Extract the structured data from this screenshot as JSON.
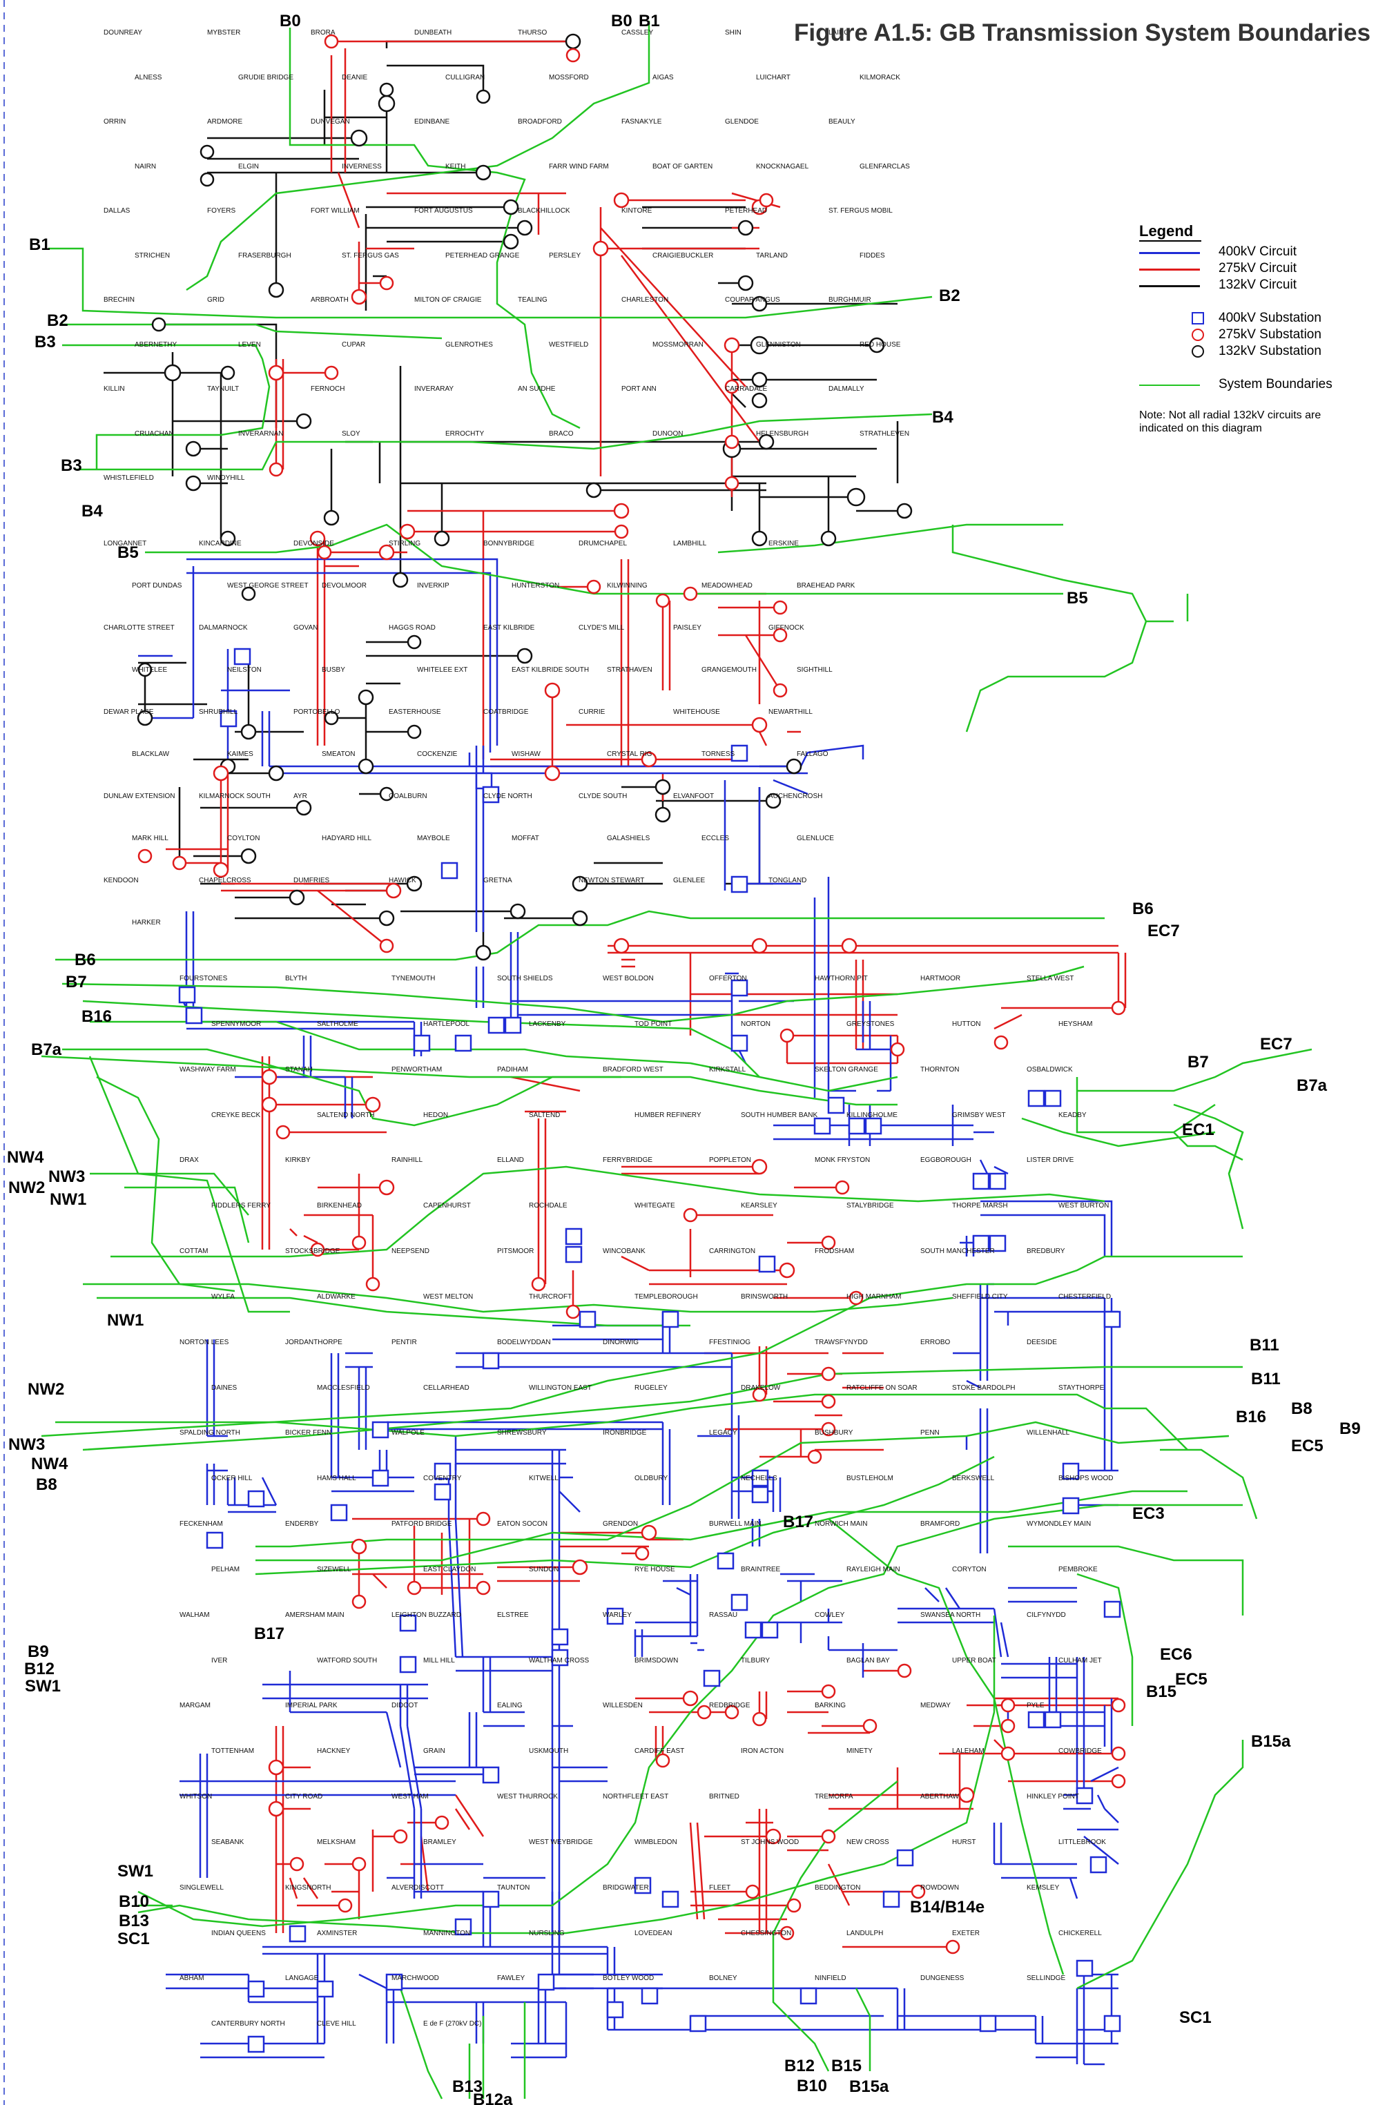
{
  "title": "Figure A1.5: GB Transmission System Boundaries",
  "legend": {
    "title": "Legend",
    "items": [
      {
        "label": "400kV Circuit",
        "kind": "line",
        "color": "#1f2bd6"
      },
      {
        "label": "275kV Circuit",
        "kind": "line",
        "color": "#e01b1b"
      },
      {
        "label": "132kV Circuit",
        "kind": "line",
        "color": "#111111"
      },
      {
        "label": "400kV Substation",
        "kind": "square",
        "color": "#1f2bd6"
      },
      {
        "label": "275kV Substation",
        "kind": "circle",
        "color": "#e01b1b"
      },
      {
        "label": "132kV Substation",
        "kind": "circle",
        "color": "#111111"
      },
      {
        "label": "System Boundaries",
        "kind": "line",
        "color": "#22c422"
      }
    ],
    "note": "Note: Not all radial 132kV circuits are indicated on this diagram"
  },
  "boundary_labels": [
    "B0",
    "B0",
    "B1",
    "B1",
    "B2",
    "B2",
    "B3",
    "B3",
    "B4",
    "B4",
    "B5",
    "B5",
    "B6",
    "B6",
    "B7",
    "B7",
    "B7a",
    "B7a",
    "B8",
    "B8",
    "B9",
    "B9",
    "B10",
    "B10",
    "B11",
    "B11",
    "B12",
    "B12",
    "B12a",
    "B13",
    "B13",
    "B14/B14e",
    "B15",
    "B15",
    "B15a",
    "B15a",
    "B16",
    "B16",
    "B17",
    "B17",
    "EC1",
    "EC3",
    "EC5",
    "EC5",
    "EC6",
    "EC7",
    "EC7",
    "NW1",
    "NW1",
    "NW2",
    "NW2",
    "NW3",
    "NW3",
    "NW4",
    "NW4",
    "SC1",
    "SC1",
    "SW1",
    "SW1"
  ],
  "substations": {
    "north": [
      "DOUNREAY",
      "MYBSTER",
      "BRORA",
      "DUNBEATH",
      "THURSO",
      "CASSLEY",
      "SHIN",
      "LAIRG",
      "ALNESS",
      "GRUDIE BRIDGE",
      "DEANIE",
      "CULLIGRAN",
      "MOSSFORD",
      "AIGAS",
      "LUICHART",
      "KILMORACK",
      "ORRIN",
      "ARDMORE",
      "DUNVEGAN",
      "EDINBANE",
      "BROADFORD",
      "FASNAKYLE",
      "GLENDOE",
      "BEAULY",
      "NAIRN",
      "ELGIN",
      "INVERNESS",
      "KEITH",
      "FARR WIND FARM",
      "BOAT OF GARTEN",
      "KNOCKNAGAEL",
      "GLENFARCLAS",
      "DALLAS",
      "FOYERS",
      "FORT WILLIAM",
      "FORT AUGUSTUS",
      "BLACKHILLOCK",
      "KINTORE",
      "PETERHEAD",
      "ST. FERGUS MOBIL",
      "STRICHEN",
      "FRASERBURGH",
      "ST. FERGUS GAS",
      "PETERHEAD GRANGE",
      "PERSLEY",
      "CRAIGIEBUCKLER",
      "TARLAND",
      "FIDDES",
      "BRECHIN",
      "GRID",
      "ARBROATH",
      "MILTON OF CRAIGIE",
      "TEALING",
      "CHARLESTON",
      "COUPAR ANGUS",
      "BURGHMUIR",
      "ABERNETHY",
      "LEVEN",
      "CUPAR",
      "GLENROTHES",
      "WESTFIELD",
      "MOSSMORRAN",
      "GLENNISTON",
      "RED HOUSE",
      "KILLIN",
      "TAYNUILT",
      "FERNOCH",
      "INVERARAY",
      "AN SUIDHE",
      "PORT ANN",
      "CARRADALE",
      "DALMALLY",
      "CRUACHAN",
      "INVERARNAN",
      "SLOY",
      "ERROCHTY",
      "BRACO",
      "DUNOON",
      "HELENSBURGH",
      "STRATHLEVEN",
      "WHISTLEFIELD",
      "WINDYHILL"
    ]
  },
  "substations_central": [
    "LONGANNET",
    "KINCARDINE",
    "DEVONSIDE",
    "STIRLING",
    "BONNYBRIDGE",
    "DRUMCHAPEL",
    "LAMBHILL",
    "ERSKINE",
    "PORT DUNDAS",
    "WEST GEORGE STREET",
    "DEVOLMOOR",
    "INVERKIP",
    "HUNTERSTON",
    "KILWINNING",
    "MEADOWHEAD",
    "BRAEHEAD PARK",
    "CHARLOTTE STREET",
    "DALMARNOCK",
    "GOVAN",
    "HAGGS ROAD",
    "EAST KILBRIDE",
    "CLYDE'S MILL",
    "PAISLEY",
    "GIFFNOCK",
    "WHITELEE",
    "NEILSTON",
    "BUSBY",
    "WHITELEE EXT",
    "EAST KILBRIDE SOUTH",
    "STRATHAVEN",
    "GRANGEMOUTH",
    "SIGHTHILL",
    "DEWAR PLACE",
    "SHRUBHILL",
    "PORTOBELLO",
    "EASTERHOUSE",
    "COATBRIDGE",
    "CURRIE",
    "WHITEHOUSE",
    "NEWARTHILL",
    "BLACKLAW",
    "KAIMES",
    "SMEATON",
    "COCKENZIE",
    "WISHAW",
    "CRYSTAL RIG",
    "TORNESS",
    "FALLAGO",
    "DUNLAW EXTENSION",
    "KILMARNOCK SOUTH",
    "AYR",
    "COALBURN",
    "CLYDE NORTH",
    "CLYDE SOUTH",
    "ELVANFOOT",
    "AUCHENCROSH",
    "MARK HILL",
    "COYLTON",
    "HADYARD HILL",
    "MAYBOLE",
    "MOFFAT",
    "GALASHIELS",
    "ECCLES",
    "GLENLUCE",
    "KENDOON",
    "CHAPELCROSS",
    "DUMFRIES",
    "HAWICK",
    "GRETNA",
    "NEWTON STEWART",
    "GLENLEE",
    "TONGLAND",
    "HARKER"
  ],
  "substations_south": [
    "FOURSTONES",
    "BLYTH",
    "TYNEMOUTH",
    "SOUTH SHIELDS",
    "WEST BOLDON",
    "OFFERTON",
    "HAWTHORN PIT",
    "HARTMOOR",
    "STELLA WEST",
    "SPENNYMOOR",
    "SALTHOLME",
    "HARTLEPOOL",
    "LACKENBY",
    "TOD POINT",
    "NORTON",
    "GREYSTONES",
    "HUTTON",
    "HEYSHAM",
    "WASHWAY FARM",
    "STANAH",
    "PENWORTHAM",
    "PADIHAM",
    "BRADFORD WEST",
    "KIRKSTALL",
    "SKELTON GRANGE",
    "THORNTON",
    "OSBALDWICK",
    "CREYKE BECK",
    "SALTEND NORTH",
    "HEDON",
    "SALTEND",
    "HUMBER REFINERY",
    "SOUTH HUMBER BANK",
    "KILLINGHOLME",
    "GRIMSBY WEST",
    "KEADBY",
    "DRAX",
    "KIRKBY",
    "RAINHILL",
    "ELLAND",
    "FERRYBRIDGE",
    "POPPLETON",
    "MONK FRYSTON",
    "EGGBOROUGH",
    "LISTER DRIVE",
    "FIDDLERS FERRY",
    "BIRKENHEAD",
    "CAPENHURST",
    "ROCHDALE",
    "WHITEGATE",
    "KEARSLEY",
    "STALYBRIDGE",
    "THORPE MARSH",
    "WEST BURTON",
    "COTTAM",
    "STOCKSBRIDGE",
    "NEEPSEND",
    "PITSMOOR",
    "WINCOBANK",
    "CARRINGTON",
    "FRODSHAM",
    "SOUTH MANCHESTER",
    "BREDBURY",
    "WYLFA",
    "ALDWARKE",
    "WEST MELTON",
    "THURCROFT",
    "TEMPLEBOROUGH",
    "BRINSWORTH",
    "HIGH MARNHAM",
    "SHEFFIELD CITY",
    "CHESTERFIELD",
    "NORTON LEES",
    "JORDANTHORPE",
    "PENTIR",
    "BODELWYDDAN",
    "DINORWIG",
    "FFESTINIOG",
    "TRAWSFYNYDD",
    "ERROBO",
    "DEESIDE",
    "DAINES",
    "MACCLESFIELD",
    "CELLARHEAD",
    "WILLINGTON EAST",
    "RUGELEY",
    "DRAKELOW",
    "RATCLIFFE ON SOAR",
    "STOKE BARDOLPH",
    "STAYTHORPE",
    "SPALDING NORTH",
    "BICKER FENN",
    "WALPOLE",
    "SHREWSBURY",
    "IRONBRIDGE",
    "LEGACY",
    "BUSHBURY",
    "PENN",
    "WILLENHALL",
    "OCKER HILL",
    "HAMS HALL",
    "COVENTRY",
    "KITWELL",
    "OLDBURY",
    "NECHELLS",
    "BUSTLEHOLM",
    "BERKSWELL",
    "BISHOPS WOOD",
    "FECKENHAM",
    "ENDERBY",
    "PATFORD BRIDGE",
    "EATON SOCON",
    "GRENDON",
    "BURWELL MAIN",
    "NORWICH MAIN",
    "BRAMFORD",
    "WYMONDLEY MAIN",
    "PELHAM",
    "SIZEWELL",
    "EAST CLAYDON",
    "SUNDON",
    "RYE HOUSE",
    "BRAINTREE",
    "RAYLEIGH MAIN",
    "CORYTON",
    "PEMBROKE",
    "WALHAM",
    "AMERSHAM MAIN",
    "LEIGHTON BUZZARD",
    "ELSTREE",
    "WARLEY",
    "RASSAU",
    "COWLEY",
    "SWANSEA NORTH",
    "CILFYNYDD",
    "IVER",
    "WATFORD SOUTH",
    "MILL HILL",
    "WALTHAM CROSS",
    "BRIMSDOWN",
    "TILBURY",
    "BAGLAN BAY",
    "UPPER BOAT",
    "CULHAM JET",
    "MARGAM",
    "IMPERIAL PARK",
    "DIDCOT",
    "EALING",
    "WILLESDEN",
    "REDBRIDGE",
    "BARKING",
    "MEDWAY",
    "PYLE",
    "TOTTENHAM",
    "HACKNEY",
    "GRAIN",
    "USKMOUTH",
    "CARDIFF EAST",
    "IRON ACTON",
    "MINETY",
    "LALEHAM",
    "COWBRIDGE",
    "WHITSON",
    "CITY ROAD",
    "WEST HAM",
    "WEST THURROCK",
    "NORTHFLEET EAST",
    "BRITNED",
    "TREMORFA",
    "ABERTHAW",
    "HINKLEY POINT",
    "SEABANK",
    "MELKSHAM",
    "BRAMLEY",
    "WEST WEYBRIDGE",
    "WIMBLEDON",
    "ST JOHNS WOOD",
    "NEW CROSS",
    "HURST",
    "LITTLEBROOK",
    "SINGLEWELL",
    "KINGSNORTH",
    "ALVERDISCOTT",
    "TAUNTON",
    "BRIDGWATER",
    "FLEET",
    "BEDDINGTON",
    "ROWDOWN",
    "KEMSLEY",
    "INDIAN QUEENS",
    "AXMINSTER",
    "MANNINGTON",
    "NURSLING",
    "LOVEDEAN",
    "CHESSINGTON",
    "LANDULPH",
    "EXETER",
    "CHICKERELL",
    "ABHAM",
    "LANGAGE",
    "MARCHWOOD",
    "FAWLEY",
    "BOTLEY WOOD",
    "BOLNEY",
    "NINFIELD",
    "DUNGENESS",
    "SELLINDGE",
    "CANTERBURY NORTH",
    "CLEVE HILL",
    "E de F (270kV DC)"
  ]
}
